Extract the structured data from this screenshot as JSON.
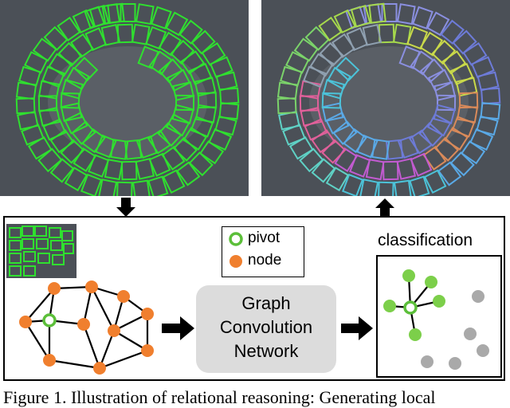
{
  "legend": {
    "pivot_label": "pivot",
    "node_label": "node"
  },
  "gcn": {
    "line1": "Graph",
    "line2": "Convolution",
    "line3": "Network"
  },
  "classification_title": "classification",
  "caption": "Figure 1. Illustration of relational reasoning: Generating local",
  "colors": {
    "node_orange": "#f07f2e",
    "pivot_green": "#5cbf3a",
    "link_green": "#7ccf4a",
    "other_gray": "#a9a9a9",
    "box_green": "#39e639",
    "gcn_fill": "#dcdcdc"
  }
}
